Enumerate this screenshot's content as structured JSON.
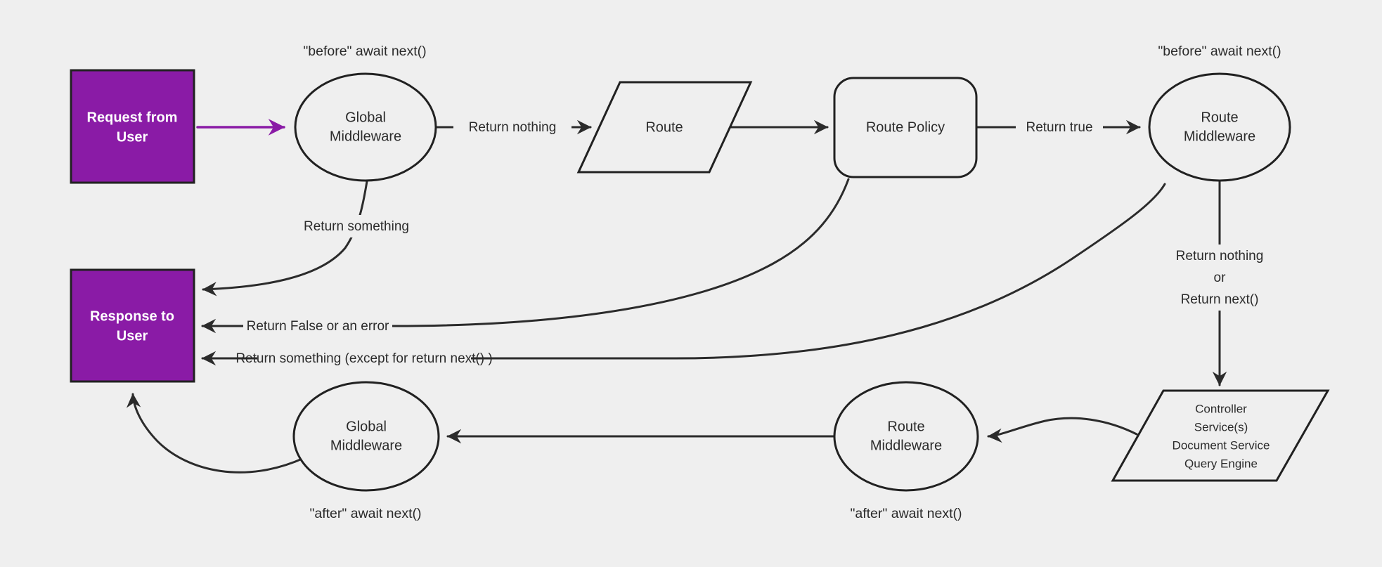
{
  "colors": {
    "background": "#efefef",
    "node_fill": "#efefef",
    "node_stroke": "#212121",
    "edge": "#2b2b2b",
    "accent_purple": "#8a1ba6",
    "box_text": "#ffffff",
    "label_text": "#2b2b2b"
  },
  "nodes": {
    "request": {
      "line1": "Request from",
      "line2": "User"
    },
    "global_mw_top": {
      "line1": "Global",
      "line2": "Middleware"
    },
    "route": {
      "label": "Route"
    },
    "route_policy": {
      "label": "Route Policy"
    },
    "route_mw_top": {
      "line1": "Route",
      "line2": "Middleware"
    },
    "controller": {
      "line1": "Controller",
      "line2": "Service(s)",
      "line3": "Document Service",
      "line4": "Query Engine"
    },
    "route_mw_bottom": {
      "line1": "Route",
      "line2": "Middleware"
    },
    "global_mw_bottom": {
      "line1": "Global",
      "line2": "Middleware"
    },
    "response": {
      "line1": "Response to",
      "line2": "User"
    }
  },
  "annotations": {
    "before_await_left": "\"before\" await next()",
    "before_await_right": "\"before\" await next()",
    "after_await_left": "\"after\" await next()",
    "after_await_right": "\"after\" await next()",
    "return_nothing_or": {
      "line1": "Return nothing",
      "line2": "or",
      "line3": "Return next()"
    }
  },
  "edge_labels": {
    "return_nothing": "Return nothing",
    "return_true": "Return true",
    "return_something": "Return something",
    "return_false": "Return False or an error",
    "return_something_except": "Return something (except for return next() )"
  }
}
